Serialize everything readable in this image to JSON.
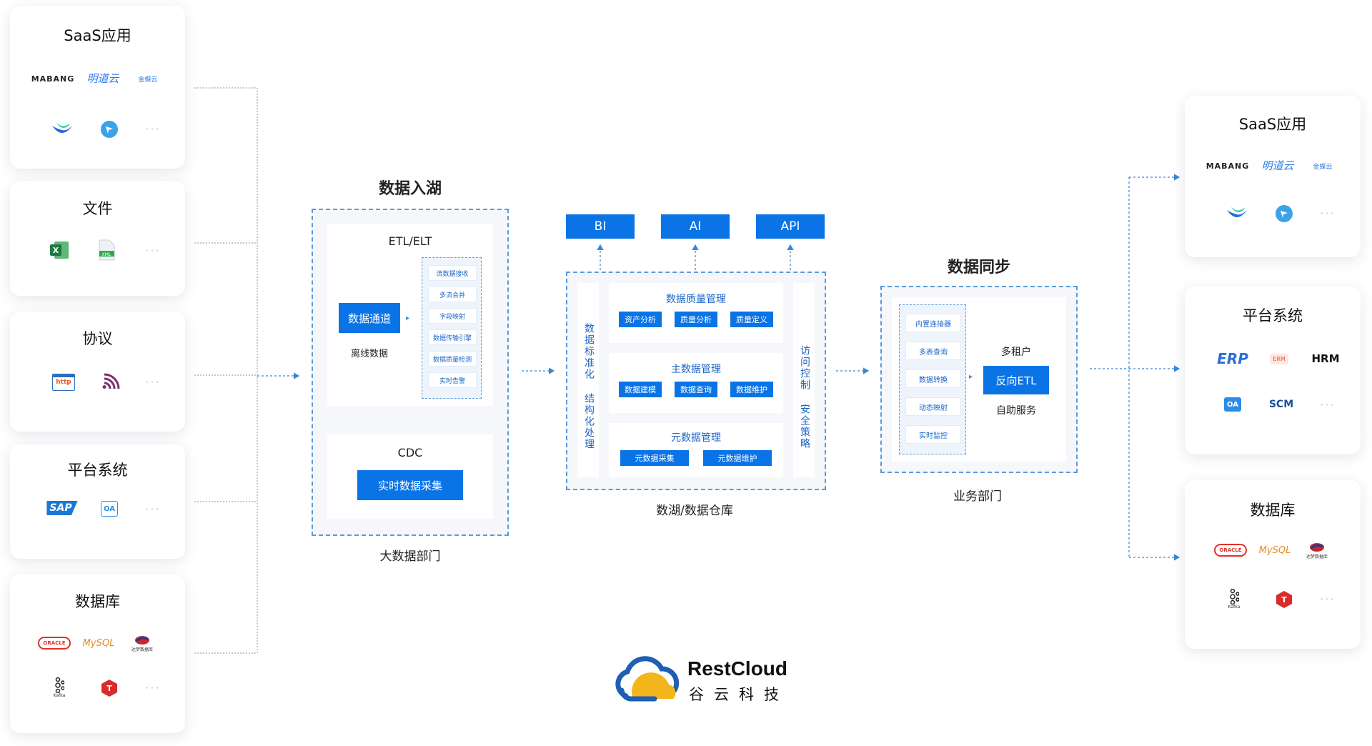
{
  "left_sources": [
    {
      "title": "SaaS应用",
      "logos": [
        "MABANG",
        "明道云",
        "金蝶云"
      ],
      "icons": [
        "teambition-icon",
        "feishu-icon"
      ],
      "more": "···"
    },
    {
      "title": "文件",
      "icons": [
        "excel-icon",
        "xml-file-icon"
      ],
      "more": "···"
    },
    {
      "title": "协议",
      "icons": [
        "http-icon",
        "rss-icon"
      ],
      "more": "···",
      "http_label": "http"
    },
    {
      "title": "平台系统",
      "logos": [
        "SAP",
        "OA"
      ],
      "more": "···"
    },
    {
      "title": "数据库",
      "logos": [
        "ORACLE",
        "MySQL",
        "达梦数据库"
      ],
      "icons": [
        "kafka-icon",
        "redis-icon"
      ],
      "more": "···",
      "kafka_label": "Kafka"
    }
  ],
  "ingest": {
    "title": "数据入湖",
    "caption": "大数据部门",
    "etl_title": "ETL/ELT",
    "channel_button": "数据通道",
    "offline_label": "离线数据",
    "steps": [
      "流数据接收",
      "多流合并",
      "字段映射",
      "数据传输引擎",
      "数据质量检测",
      "实时告警"
    ],
    "cdc_title": "CDC",
    "cdc_button": "实时数据采集"
  },
  "lake": {
    "caption": "数湖/数据仓库",
    "outputs": [
      "BI",
      "AI",
      "API"
    ],
    "left_vertical": "数据标准化 结构化处理",
    "right_vertical": "访问控制 安全策略",
    "modules": [
      {
        "title": "数据质量管理",
        "items": [
          "资产分析",
          "质量分析",
          "质量定义"
        ]
      },
      {
        "title": "主数据管理",
        "items": [
          "数据建模",
          "数据查询",
          "数据维护"
        ]
      },
      {
        "title": "元数据管理",
        "items": [
          "元数据采集",
          "元数据维护"
        ]
      }
    ]
  },
  "sync": {
    "title": "数据同步",
    "caption": "业务部门",
    "steps": [
      "内置连接器",
      "多表查询",
      "数据转换",
      "动态映射",
      "实时监控"
    ],
    "multi_tenant": "多租户",
    "reverse_etl": "反向ETL",
    "self_service": "自助服务"
  },
  "right_targets": [
    {
      "title": "SaaS应用",
      "logos": [
        "MABANG",
        "明道云",
        "金蝶云"
      ],
      "icons": [
        "teambition-icon",
        "feishu-icon"
      ],
      "more": "···"
    },
    {
      "title": "平台系统",
      "logos": [
        "ERP",
        "ERM",
        "HRM",
        "OA",
        "SCM"
      ],
      "more": "···"
    },
    {
      "title": "数据库",
      "logos": [
        "ORACLE",
        "MySQL",
        "达梦数据库"
      ],
      "icons": [
        "kafka-icon",
        "redis-icon"
      ],
      "more": "···",
      "kafka_label": "Kafka"
    }
  ],
  "brand": {
    "name": "RestCloud",
    "subtitle": "谷云科技"
  },
  "colors": {
    "primary": "#0a73e6",
    "dash": "#5b9bd8",
    "chip_text": "#1a64c8"
  }
}
